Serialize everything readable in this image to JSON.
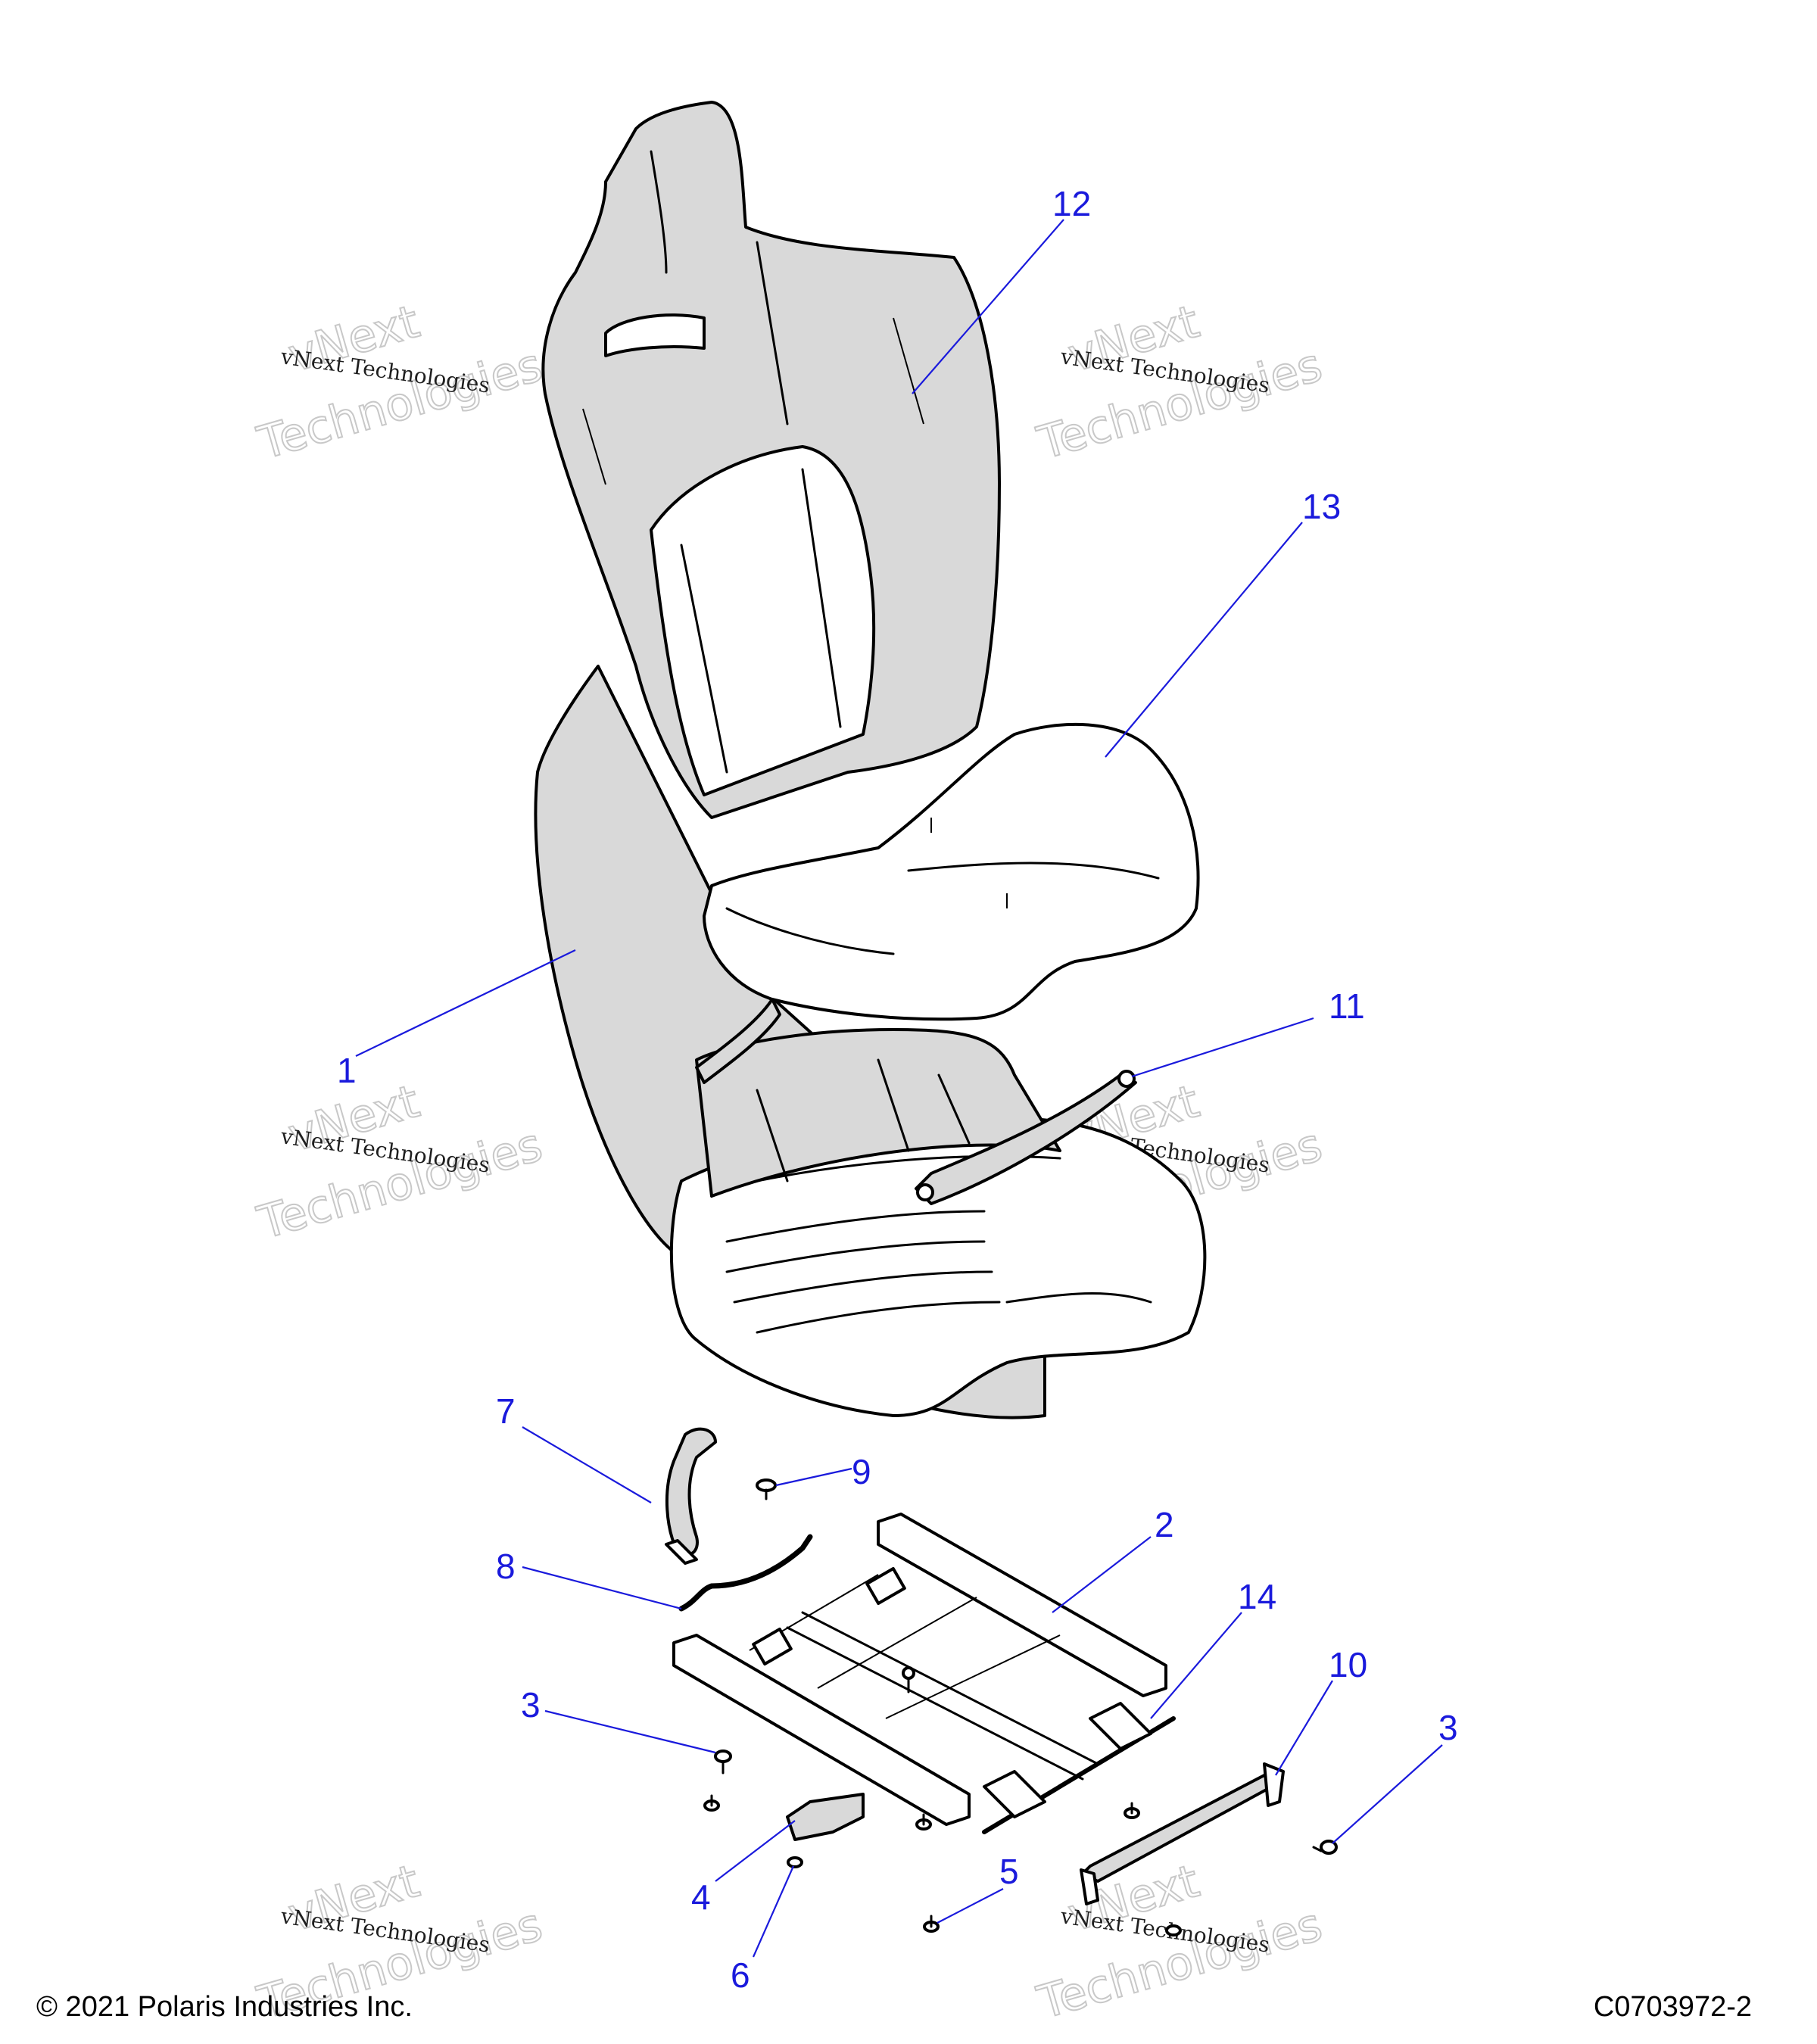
{
  "footer": {
    "copyright": "© 2021 Polaris Industries Inc.",
    "drawing_id": "C0703972-2"
  },
  "watermark": {
    "line1": "vNext",
    "line2": "vNext Technologies",
    "line3": "Technologies"
  },
  "callouts": [
    {
      "id": "1",
      "part": "seat-shell"
    },
    {
      "id": "2",
      "part": "seat-slider-frame"
    },
    {
      "id": "3",
      "part": "bolt"
    },
    {
      "id": "4",
      "part": "mount-bracket"
    },
    {
      "id": "5",
      "part": "screw"
    },
    {
      "id": "6",
      "part": "nut"
    },
    {
      "id": "7",
      "part": "strap"
    },
    {
      "id": "8",
      "part": "adjuster-rod"
    },
    {
      "id": "9",
      "part": "clip"
    },
    {
      "id": "10",
      "part": "side-bracket"
    },
    {
      "id": "11",
      "part": "seat-bracket"
    },
    {
      "id": "12",
      "part": "backrest-pad"
    },
    {
      "id": "13",
      "part": "seat-cushion"
    },
    {
      "id": "14",
      "part": "latch-bar"
    }
  ],
  "colors": {
    "callout": "#1a1adc",
    "line": "#000000",
    "shade": "#d9d9d9",
    "watermark": "#c8c8c8"
  }
}
